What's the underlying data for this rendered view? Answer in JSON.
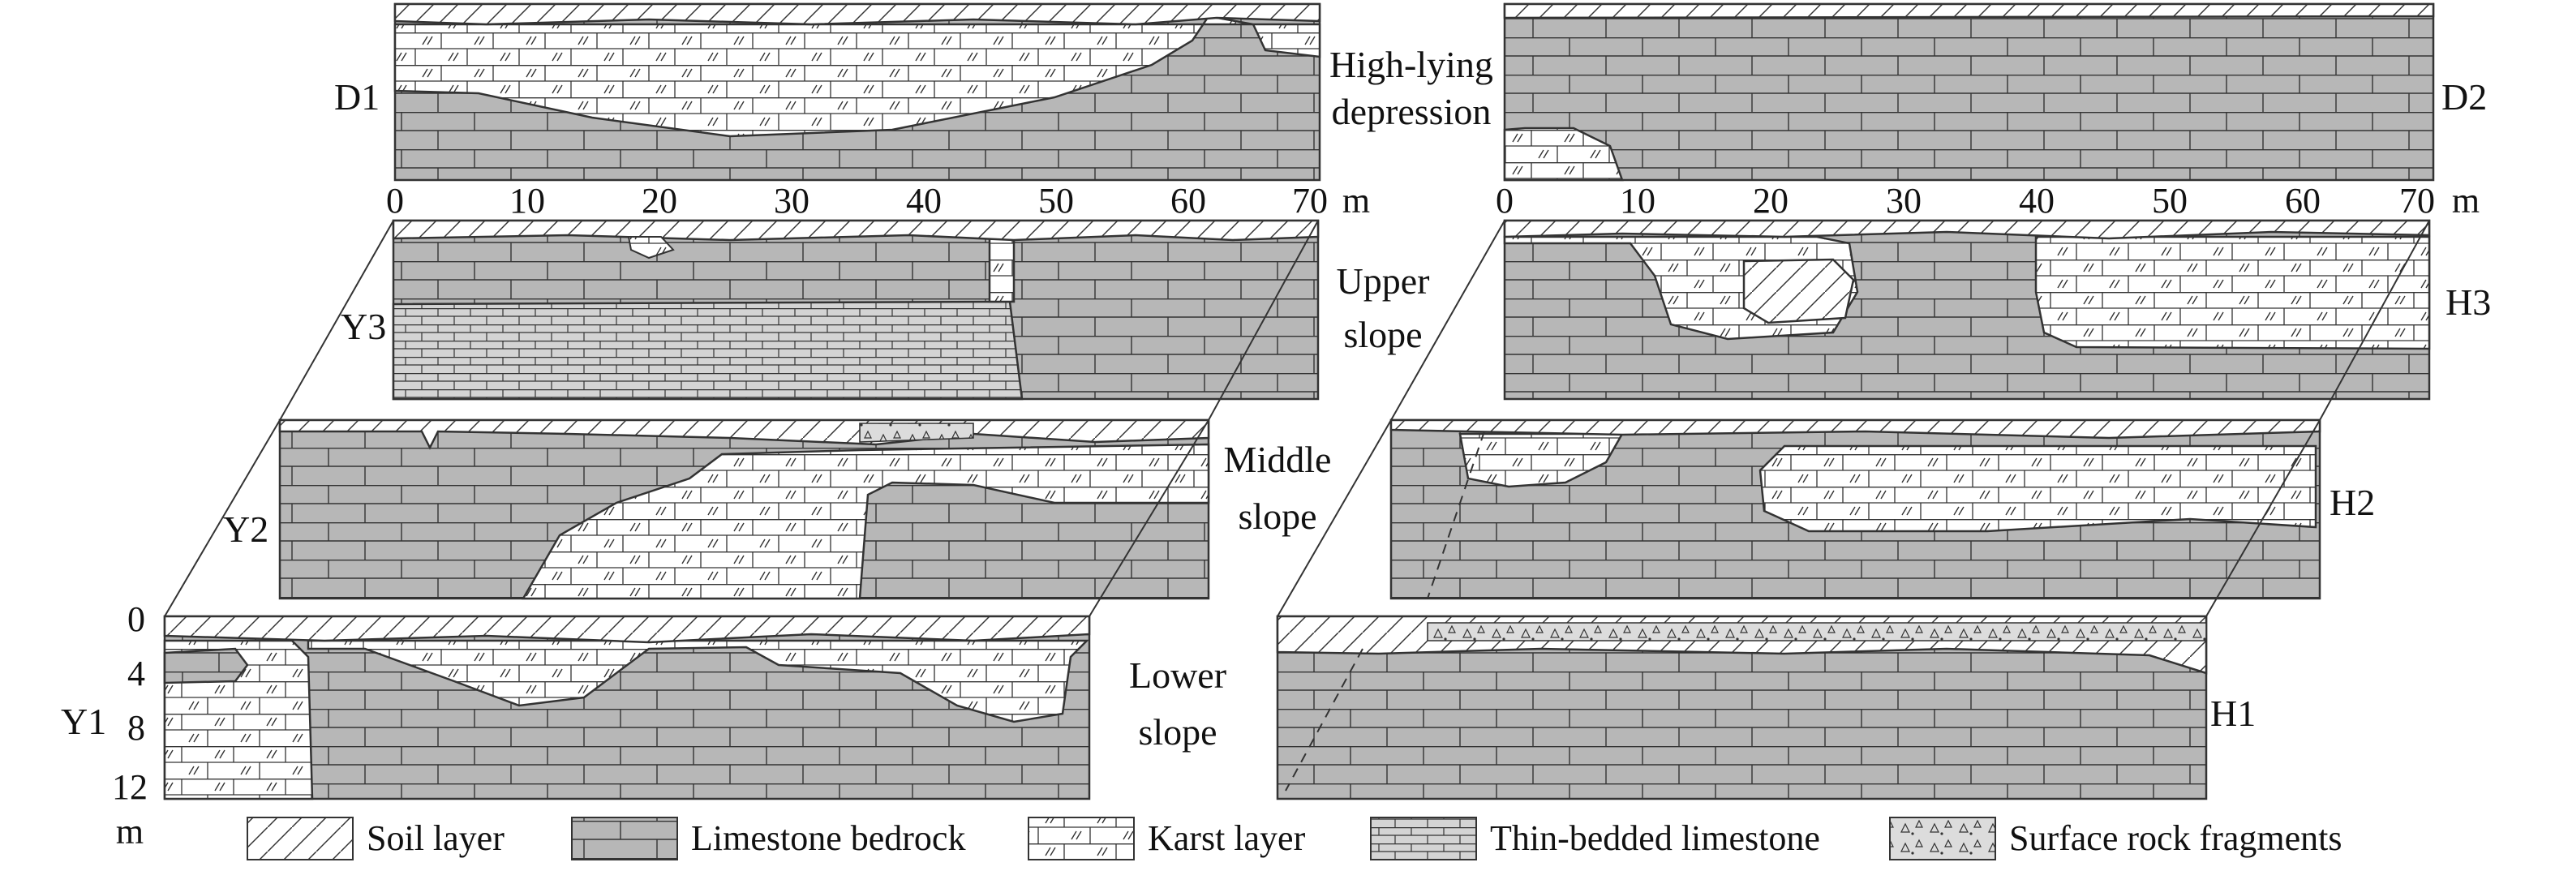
{
  "figure": {
    "profiles": {
      "d1": "D1",
      "d2": "D2",
      "y3": "Y3",
      "y2": "Y2",
      "y1": "Y1",
      "h3": "H3",
      "h2": "H2",
      "h1": "H1"
    },
    "landforms": {
      "high_line1": "High-lying",
      "high_line2": "depression",
      "upper_line1": "Upper",
      "upper_line2": "slope",
      "middle_line1": "Middle",
      "middle_line2": "slope",
      "lower_line1": "Lower",
      "lower_line2": "slope"
    },
    "distance_axis": {
      "ticks": [
        "0",
        "10",
        "20",
        "30",
        "40",
        "50",
        "60",
        "70"
      ],
      "unit": "m"
    },
    "depth_axis": {
      "ticks": [
        "0",
        "4",
        "8",
        "12"
      ],
      "unit": "m"
    },
    "legend": [
      {
        "key": "soil",
        "label": "Soil layer"
      },
      {
        "key": "limestone",
        "label": "Limestone bedrock"
      },
      {
        "key": "karst",
        "label": "Karst layer"
      },
      {
        "key": "thin",
        "label": "Thin-bedded limestone"
      },
      {
        "key": "fragments",
        "label": "Surface rock fragments"
      }
    ],
    "colors": {
      "bedrock": "#b7b7b7",
      "outline": "#333333"
    }
  }
}
